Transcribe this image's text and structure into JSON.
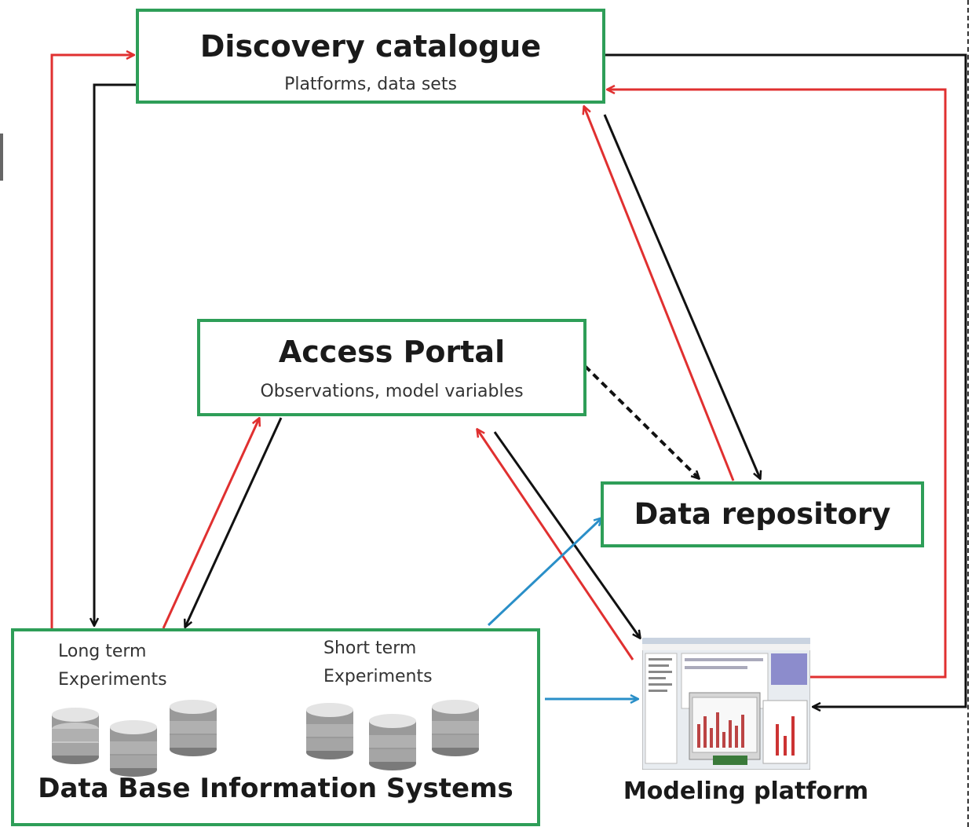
{
  "catalogue": {
    "title": "Discovery catalogue",
    "subtitle": "Platforms, data sets"
  },
  "portal": {
    "title": "Access Portal",
    "subtitle": "Observations, model variables"
  },
  "repository": {
    "title": "Data repository"
  },
  "dbis": {
    "long_term": "Long  term\nExperiments",
    "short_term": "Short  term\nExperiments",
    "title": "Data Base Information Systems"
  },
  "modeling": {
    "label": "Modeling platform"
  },
  "colors": {
    "box_border": "#2e9e58",
    "red_arrow": "#e03030",
    "black_arrow": "#111111",
    "blue_arrow": "#2a8fc8"
  },
  "icons": [
    "database-icon",
    "modeling-platform-screenshot"
  ]
}
